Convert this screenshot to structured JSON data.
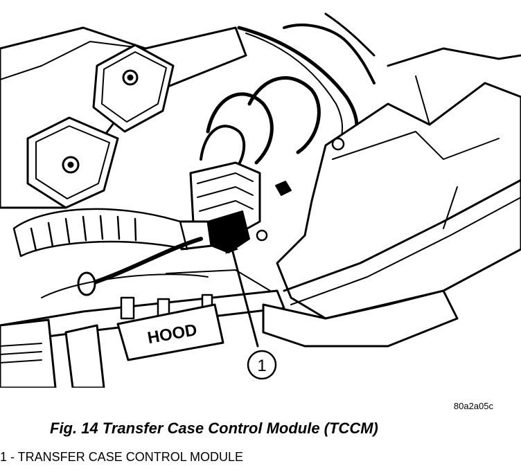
{
  "figure": {
    "hood_label": "HOOD",
    "callout_number": "1"
  },
  "image_code": "80a2a05c",
  "caption": "Fig. 14 Transfer Case Control Module (TCCM)",
  "legend": [
    {
      "number": "1",
      "text": "1 - TRANSFER CASE CONTROL MODULE"
    }
  ]
}
